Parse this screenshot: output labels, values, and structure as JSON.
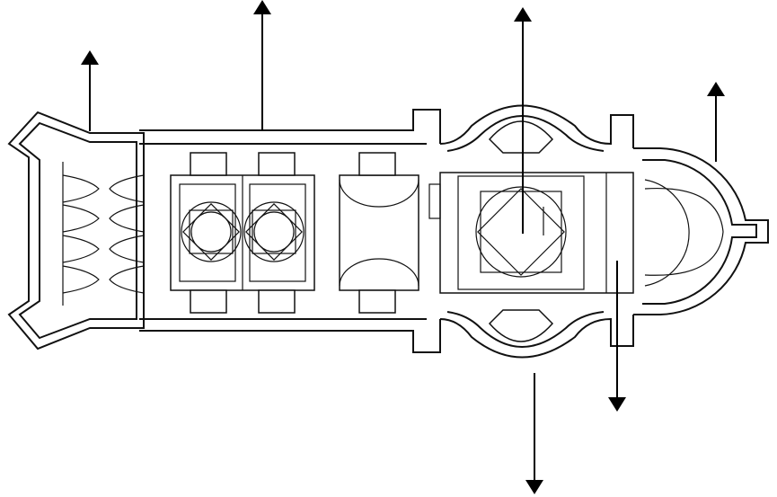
{
  "colors": {
    "background": "#ffffff",
    "ink": "#111111",
    "arrow": "#000000"
  },
  "callouts": [
    {
      "id": "narthex",
      "direction": "up"
    },
    {
      "id": "nave-wall",
      "direction": "up"
    },
    {
      "id": "crossing-dome",
      "direction": "up"
    },
    {
      "id": "apse",
      "direction": "up"
    },
    {
      "id": "chancel",
      "direction": "down"
    },
    {
      "id": "transept",
      "direction": "down"
    }
  ]
}
